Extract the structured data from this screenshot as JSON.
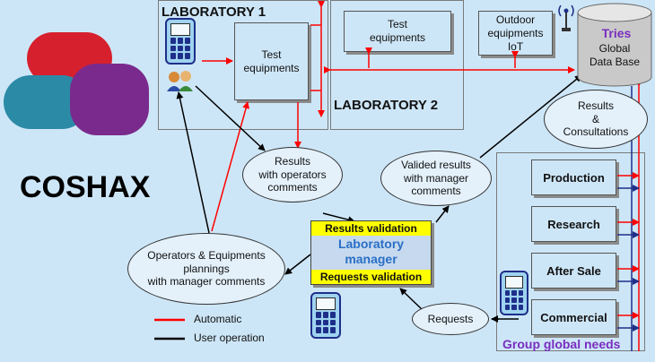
{
  "logo": {
    "text": "COSHAX"
  },
  "lab1": {
    "title": "LABORATORY 1",
    "equipment": "Test\nequipments"
  },
  "lab2": {
    "title": "LABORATORY 2",
    "equipment": "Test\nequipments"
  },
  "outdoor": {
    "label": "Outdoor\nequipments\nIoT"
  },
  "database": {
    "tries": "Tries",
    "label": "Global\nData Base"
  },
  "bubbles": {
    "results_consultations": "Results\n&\nConsultations",
    "results_operators": "Results\nwith operators\ncomments",
    "valided_results": "Valided results\nwith manager\ncomments",
    "plannings": "Operators & Equipments\nplannings\nwith manager comments",
    "requests": "Requests"
  },
  "manager": {
    "results_validation": "Results validation",
    "title": "Laboratory\nmanager",
    "requests_validation": "Requests validation"
  },
  "group": {
    "label": "Group global needs",
    "items": [
      "Production",
      "Research",
      "After Sale",
      "Commercial"
    ]
  },
  "legend": {
    "automatic": "Automatic",
    "user_operation": "User operation",
    "automatic_color": "#ff0000",
    "user_color": "#000000"
  },
  "icons": [
    "logo-icon",
    "tablet-icon",
    "operators-icon",
    "antenna-icon",
    "database-icon"
  ]
}
